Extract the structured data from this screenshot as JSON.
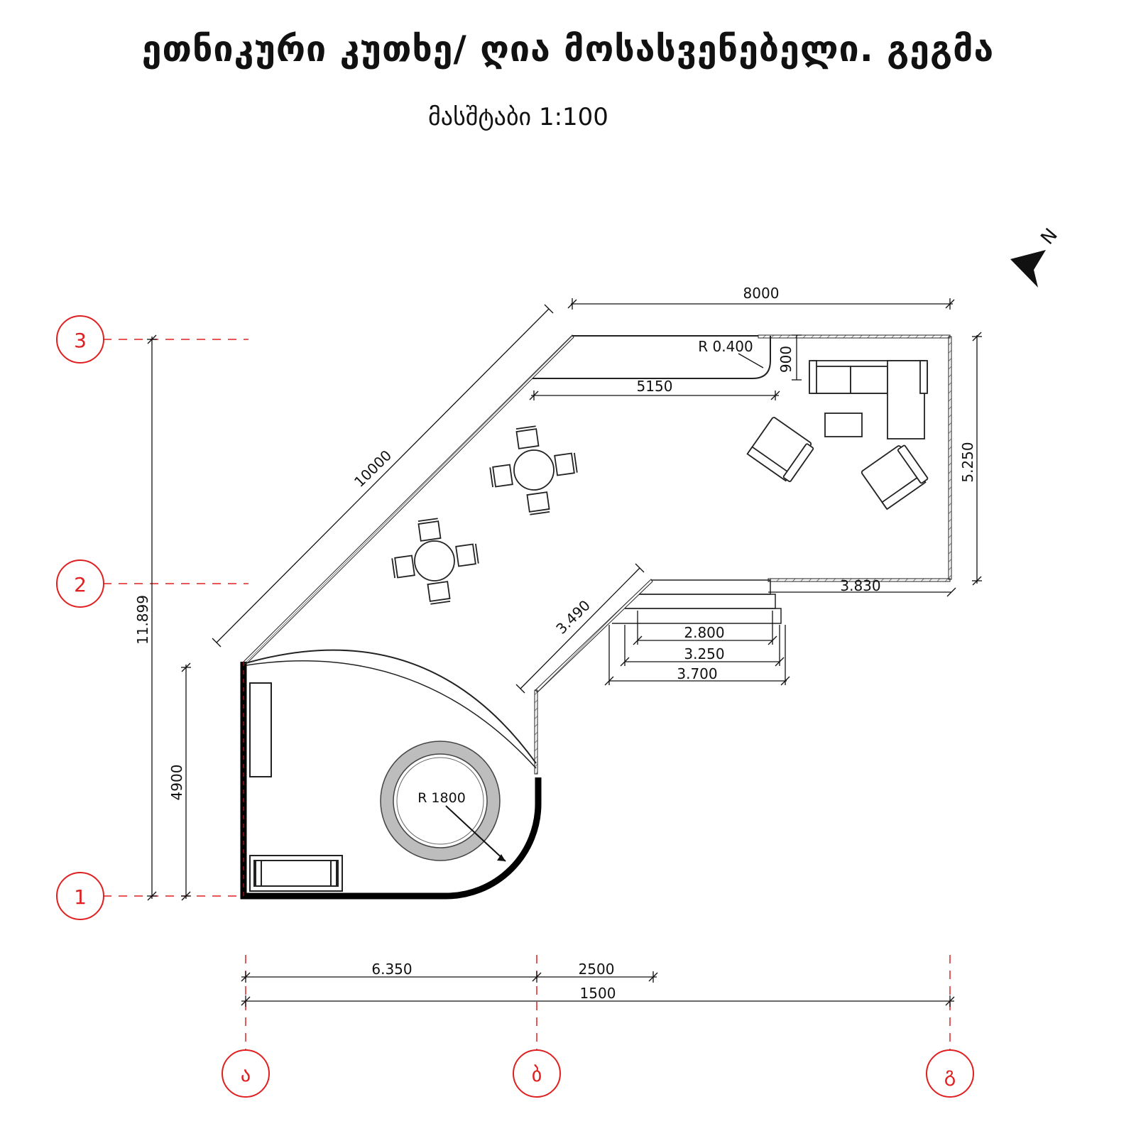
{
  "header": {
    "title": "ეთნიკური კუთხე/ ღია მოსასვენებელი. გეგმა",
    "scale": "მასშტაბი 1:100"
  },
  "grid": {
    "rows": [
      "3",
      "2",
      "1"
    ],
    "columns": [
      "ა",
      "ბ",
      "გ"
    ]
  },
  "dimensions": {
    "top_width": "8000",
    "diagonal_long": "10000",
    "radius_corner": "R 0.400",
    "ledge_depth": "900",
    "ledge_length": "5150",
    "right_height": "5.250",
    "lower_right": "3.830",
    "diagonal_short": "3.490",
    "step_1": "2.800",
    "step_2": "3.250",
    "step_3": "3.700",
    "total_height": "11.899",
    "lower_height": "4900",
    "fountain_radius": "R 1800",
    "bottom_left": "6.350",
    "bottom_mid": "2500",
    "bottom_total": "1500"
  },
  "north": {
    "label": "N"
  },
  "colors": {
    "grid": "#e02020",
    "line": "#111111",
    "fountain": "#bdbdbd"
  }
}
